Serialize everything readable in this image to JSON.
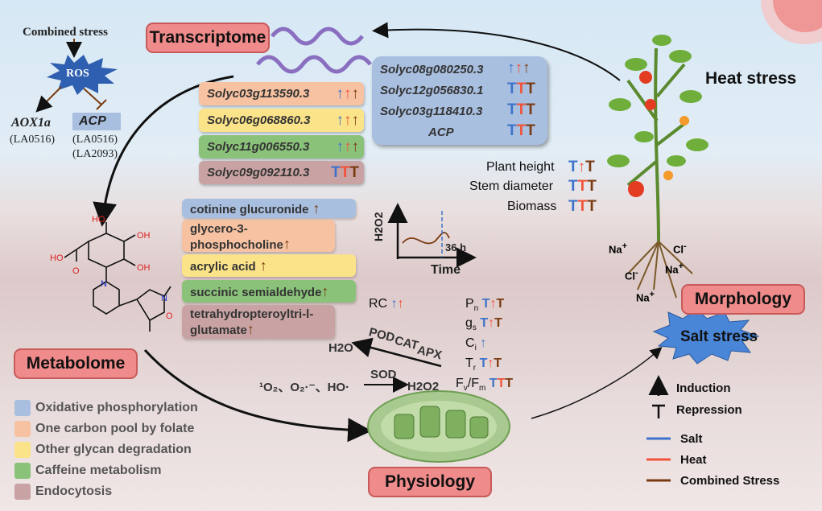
{
  "titles": {
    "transcriptome": "Transcriptome",
    "metabolome": "Metabolome",
    "physiology": "Physiology",
    "morphology": "Morphology",
    "heat_stress": "Heat stress",
    "salt_stress": "Salt stress"
  },
  "ros_panel": {
    "combined": "Combined stress",
    "ros": "ROS",
    "aox": "AOX1a",
    "aox_line": "(LA0516)",
    "acp": "ACP",
    "acp_line1": "(LA0516)",
    "acp_line2": "(LA2093)"
  },
  "genes": [
    "Solyc03g113590.3",
    "Solyc06g068860.3",
    "Solyc11g006550.3",
    "Solyc09g092110.3"
  ],
  "blue_genes": [
    "Solyc08g080250.3",
    "Solyc12g056830.1",
    "Solyc03g118410.3",
    "ACP"
  ],
  "metabolites": [
    "cotinine glucuronide",
    "glycero-3-phosphocholine",
    "acrylic acid",
    "succinic semialdehyde",
    "tetrahydropteroyltri-l-glutamate"
  ],
  "morph": {
    "height": "Plant height",
    "stem": "Stem diameter",
    "biomass": "Biomass"
  },
  "graph": {
    "ylabel": "H2O2",
    "time": "Time",
    "mark": "36 h"
  },
  "ions": {
    "na": "Na",
    "cl": "Cl",
    "plus": "+",
    "minus": "-"
  },
  "physio": {
    "rc": "RC",
    "pn": "P",
    "pn_sub": "n",
    "gs": "g",
    "gs_sub": "s",
    "ci": "C",
    "ci_sub": "i",
    "tr": "T",
    "tr_sub": "r",
    "fvfm": "F",
    "fvfm_sub1": "v",
    "fvfm_slash": "/F",
    "fvfm_sub2": "m"
  },
  "reactions": {
    "pod": "POD",
    "cat": "CAT",
    "apx": "APX",
    "sod": "SOD",
    "h2o": "H2O",
    "h2o2": "H2O2",
    "ros_species": "¹O₂、O₂·⁻、HO·"
  },
  "legend": [
    "Oxidative phosphorylation",
    "One carbon pool by folate",
    "Other glycan degradation",
    "Caffeine metabolism",
    "Endocytosis"
  ],
  "key": {
    "induction": "Induction",
    "repression": "Repression",
    "salt": "Salt",
    "heat": "Heat",
    "combined": "Combined Stress"
  },
  "colors": {
    "salt": "#3e73c9",
    "heat": "#f0533a",
    "combined": "#7a3b12",
    "blue": "#a9bfe0",
    "orange": "#f6c2a1",
    "yellow": "#fbe38a",
    "green": "#8ac27a",
    "mauve": "#c9a3a3"
  }
}
